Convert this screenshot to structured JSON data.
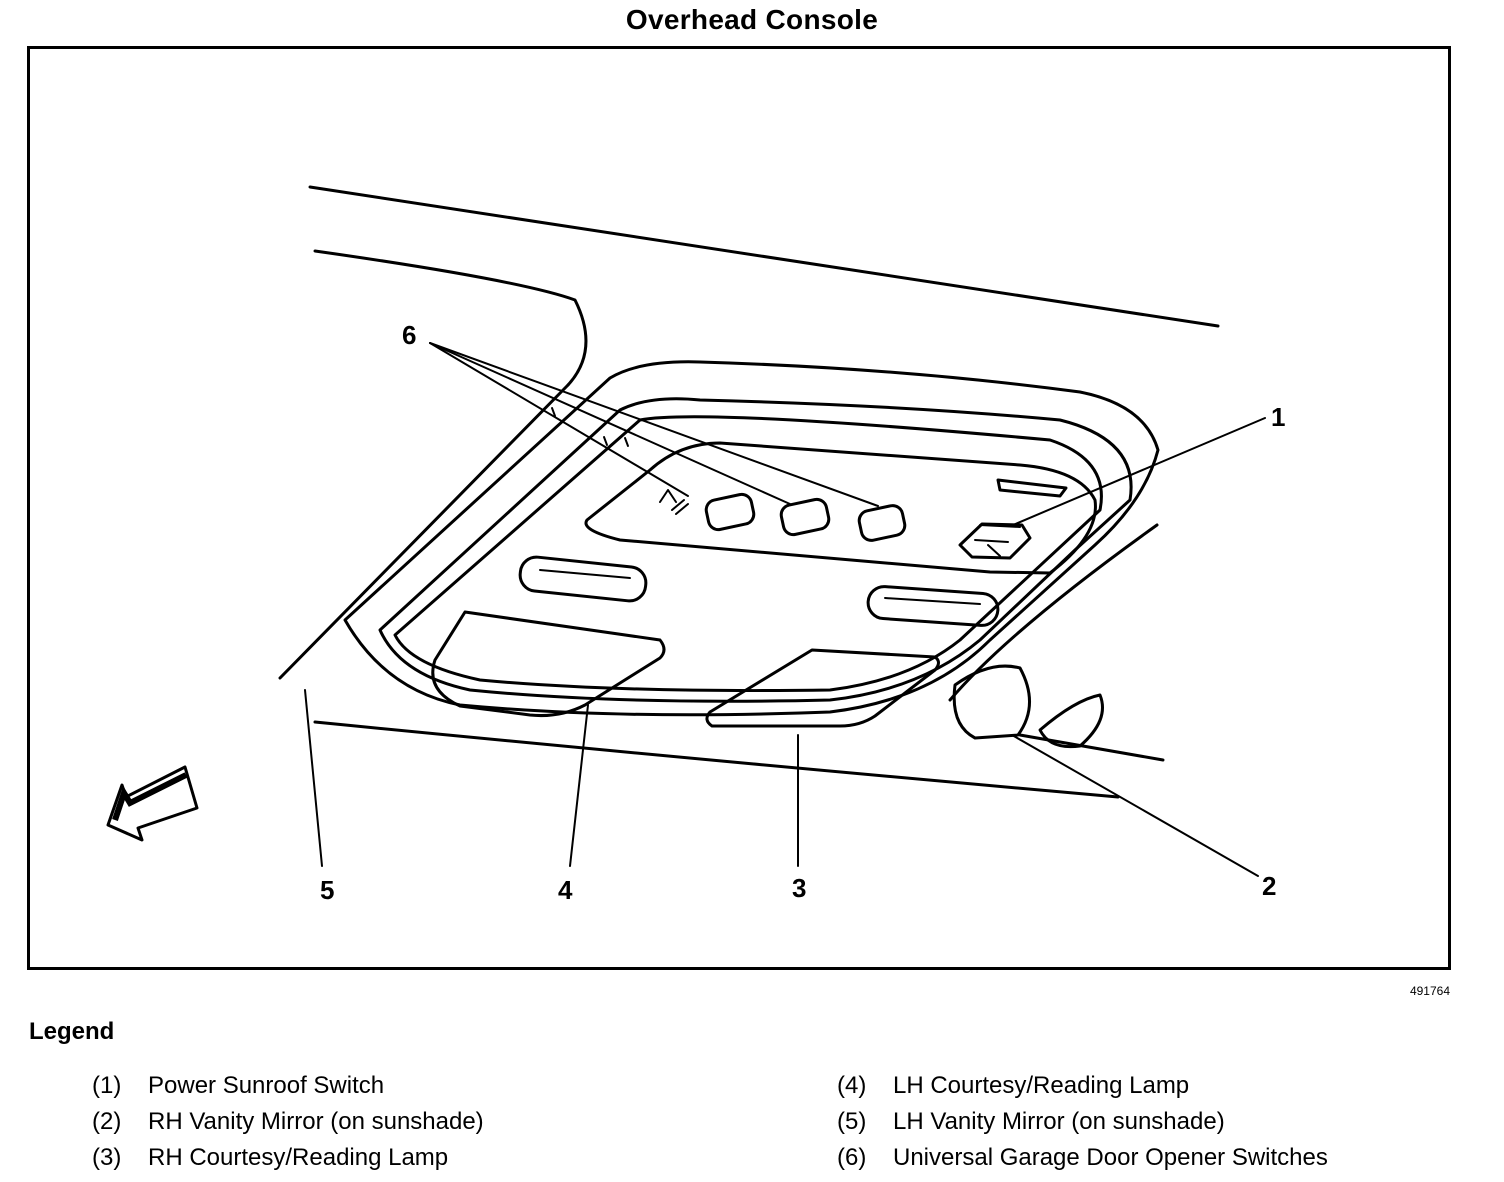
{
  "title": "Overhead Console",
  "figure_id": "491764",
  "callouts": [
    "1",
    "2",
    "3",
    "4",
    "5",
    "6"
  ],
  "legend": {
    "title": "Legend",
    "items": [
      {
        "num": "(1)",
        "label": "Power Sunroof Switch"
      },
      {
        "num": "(2)",
        "label": "RH Vanity Mirror (on sunshade)"
      },
      {
        "num": "(3)",
        "label": "RH Courtesy/Reading Lamp"
      },
      {
        "num": "(4)",
        "label": "LH Courtesy/Reading Lamp"
      },
      {
        "num": "(5)",
        "label": "LH Vanity Mirror (on sunshade)"
      },
      {
        "num": "(6)",
        "label": "Universal Garage Door Opener Switches"
      }
    ]
  }
}
